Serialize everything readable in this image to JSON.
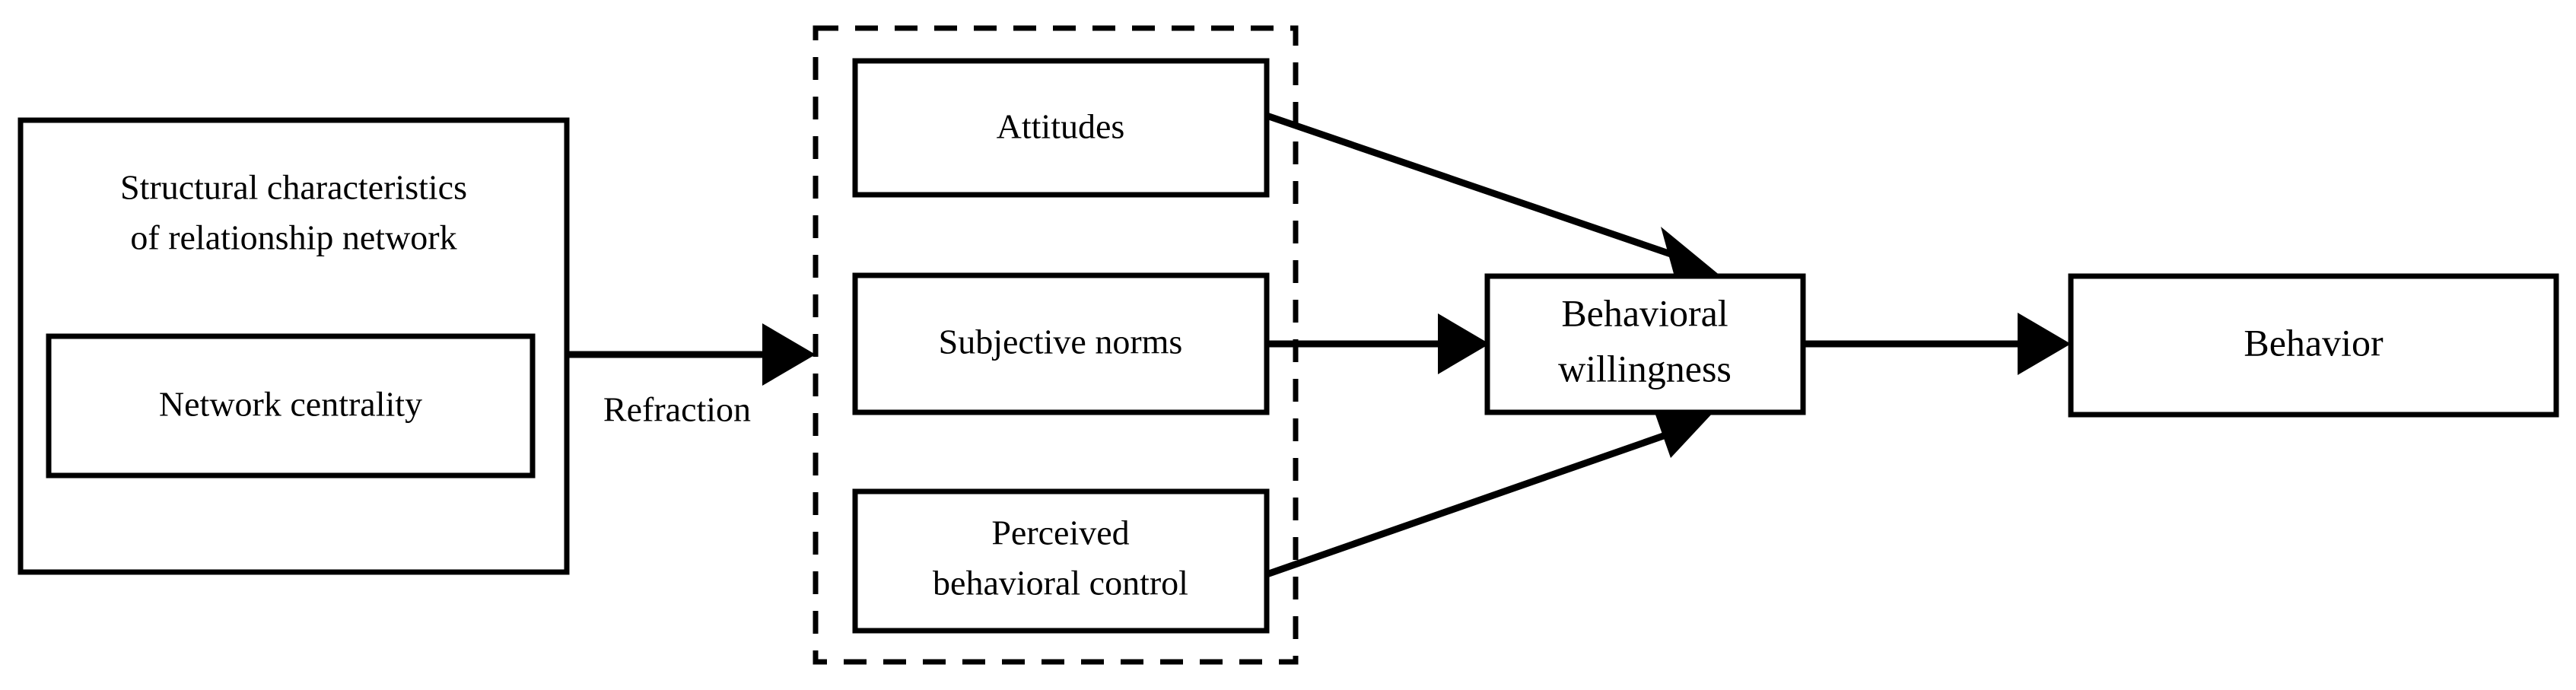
{
  "figure": {
    "type": "flow-diagram",
    "background_color": "#ffffff",
    "line_color": "#000000"
  },
  "nodes": {
    "antecedent_group": {
      "title_line_1": "Structural characteristics",
      "title_line_2": "of relationship network",
      "child": {
        "label": "Network centrality"
      }
    },
    "tpb_group": {
      "border_style": "dashed",
      "items": [
        {
          "label_line_1": "Attitudes",
          "label_line_2": ""
        },
        {
          "label_line_1": "Subjective norms",
          "label_line_2": ""
        },
        {
          "label_line_1": "Perceived",
          "label_line_2": "behavioral control"
        }
      ]
    },
    "mediator": {
      "label_line_1": "Behavioral",
      "label_line_2": "willingness"
    },
    "outcome": {
      "label": "Behavior"
    }
  },
  "edges": [
    {
      "id": "refraction",
      "label": "Refraction",
      "from": "antecedent_group",
      "to": "tpb_group"
    },
    {
      "id": "attitudes-to-willingness",
      "label": "",
      "from": "attitudes",
      "to": "mediator"
    },
    {
      "id": "norms-to-willingness",
      "label": "",
      "from": "subjective-norms",
      "to": "mediator"
    },
    {
      "id": "pbc-to-willingness",
      "label": "",
      "from": "perceived-behavioral-control",
      "to": "mediator"
    },
    {
      "id": "willingness-to-behavior",
      "label": "",
      "from": "mediator",
      "to": "outcome"
    }
  ]
}
